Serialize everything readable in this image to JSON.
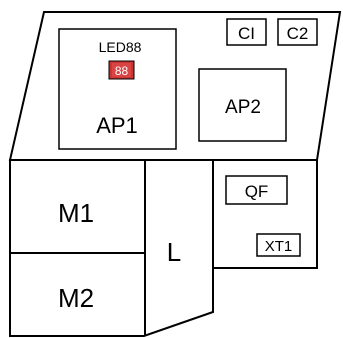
{
  "diagram": {
    "ap1": {
      "led_label": "LED88",
      "led_display": "88",
      "label": "AP1"
    },
    "ap2": {
      "label": "AP2"
    },
    "c1": {
      "label": "CI"
    },
    "c2": {
      "label": "C2"
    },
    "m1": {
      "label": "M1"
    },
    "m2": {
      "label": "M2"
    },
    "l": {
      "label": "L"
    },
    "qf": {
      "label": "QF"
    },
    "xt1": {
      "label": "XT1"
    }
  },
  "colors": {
    "stroke": "#000000",
    "background": "#ffffff",
    "led_fill": "#cc3333",
    "led_segment": "#ffffff"
  }
}
